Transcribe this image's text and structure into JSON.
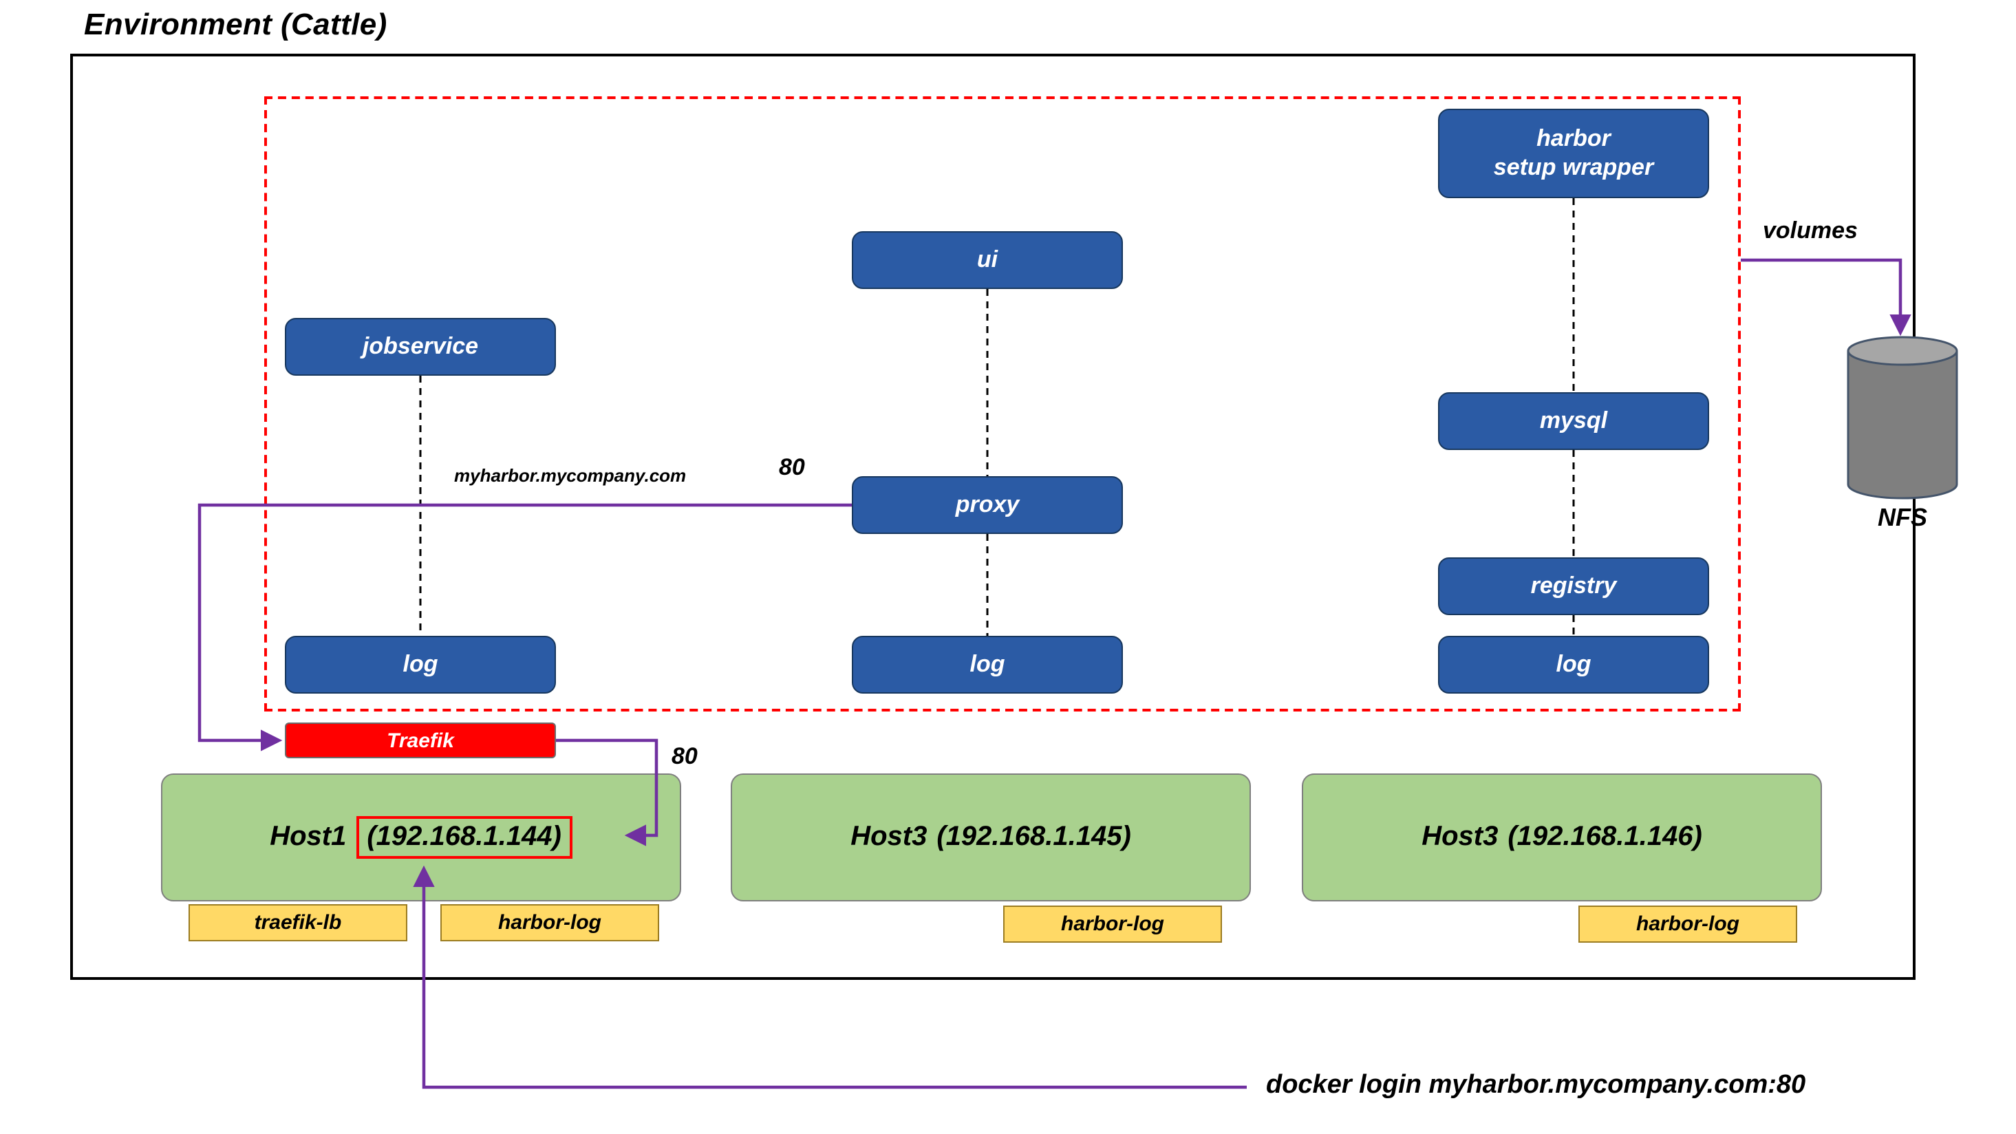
{
  "title": "Environment (Cattle)",
  "cluster": {
    "services": {
      "harbor_setup_wrapper_line1": "harbor",
      "harbor_setup_wrapper_line2": "setup wrapper",
      "ui": "ui",
      "jobservice": "jobservice",
      "mysql": "mysql",
      "proxy": "proxy",
      "registry": "registry",
      "log1": "log",
      "log2": "log",
      "log3": "log"
    },
    "ingress": {
      "hostname": "myharbor.mycompany.com",
      "port": "80"
    }
  },
  "traefik": {
    "label": "Traefik",
    "port": "80"
  },
  "storage": {
    "volumes_label": "volumes",
    "nfs_label": "NFS"
  },
  "hosts": [
    {
      "name": "Host1",
      "ip": "(192.168.1.144)",
      "containers": [
        "traefik-lb",
        "harbor-log"
      ]
    },
    {
      "name": "Host3",
      "ip": "(192.168.1.145)",
      "containers": [
        "harbor-log"
      ]
    },
    {
      "name": "Host3",
      "ip": "(192.168.1.146)",
      "containers": [
        "harbor-log"
      ]
    }
  ],
  "annotations": {
    "docker_login": "docker login myharbor.mycompany.com:80"
  },
  "colors": {
    "service_box_blue": "#2b5ba5",
    "traefik_red": "#ff0000",
    "host_green": "#a9d18e",
    "container_yellow": "#ffd966",
    "arrow_purple": "#7030a0",
    "boundary_dashed_red": "#ff0000",
    "nfs_gray": "#7f7f7f"
  }
}
